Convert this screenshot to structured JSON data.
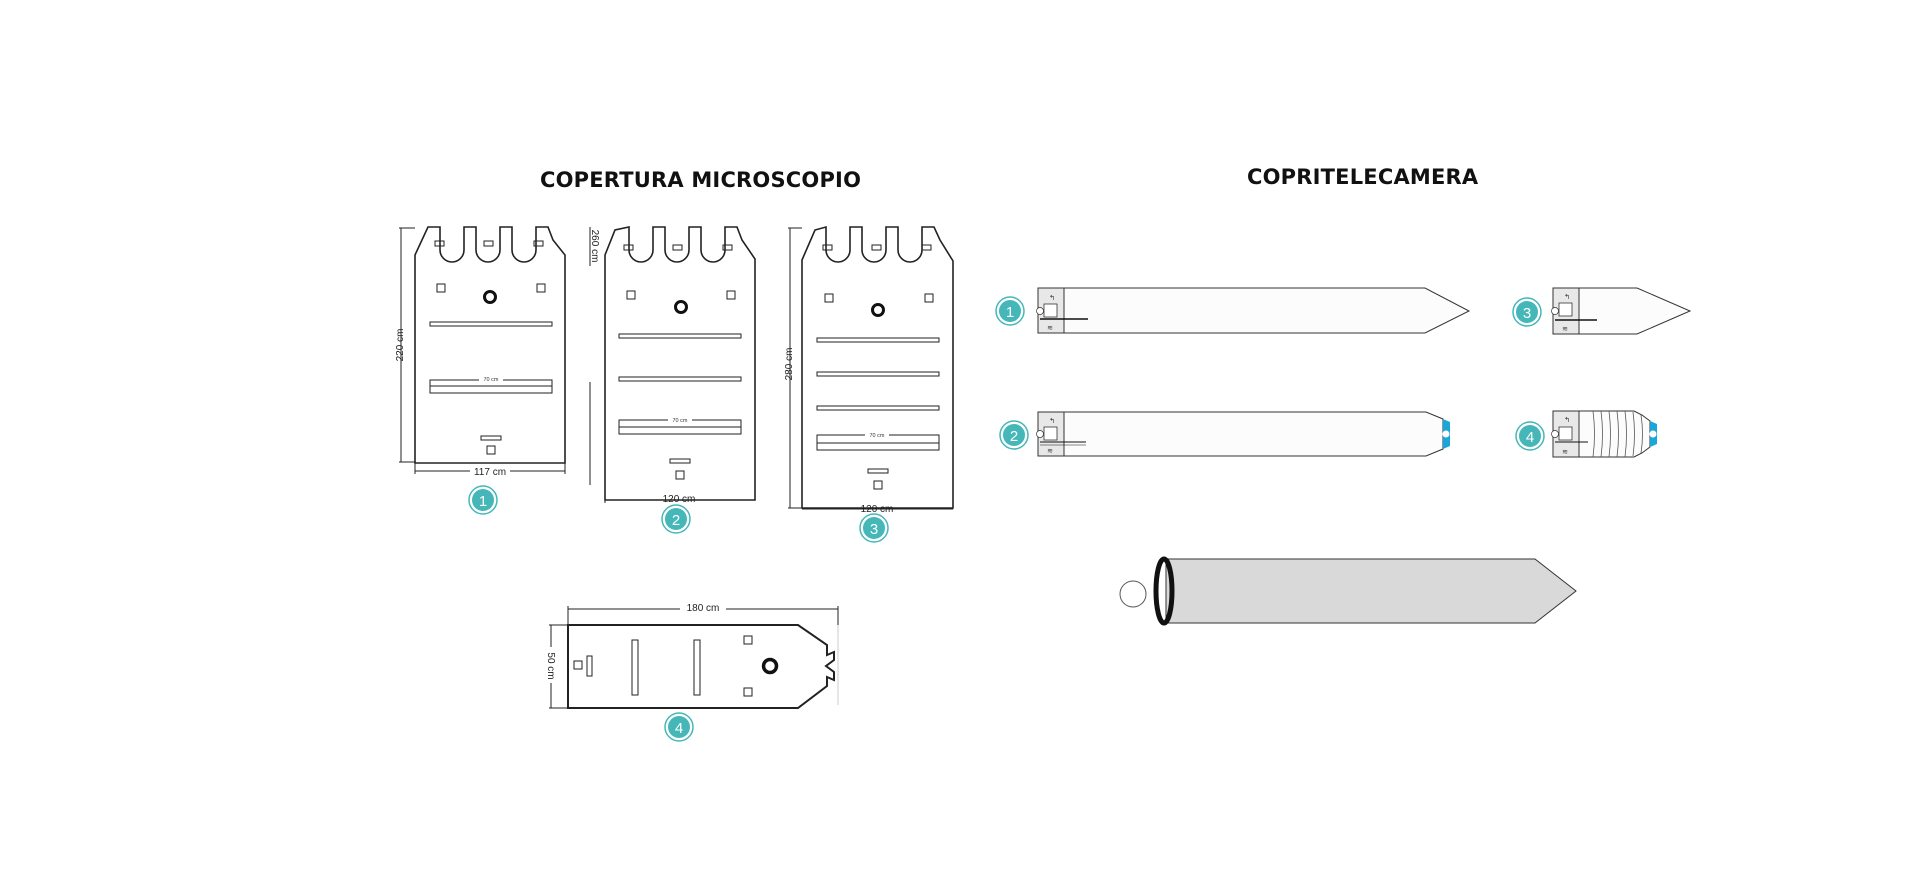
{
  "titles": {
    "microscope": "COPERTURA MICROSCOPIO",
    "camera": "COPRITELECAMERA"
  },
  "colors": {
    "badge": "#45b7b8",
    "accent": "#1aa6d9",
    "outline": "#222222",
    "fill_light": "#f4f4f4",
    "fill_grey": "#d9d9d9"
  },
  "microscope_covers": [
    {
      "badge": "1",
      "height_label": "220 cm",
      "width_label": "117 cm",
      "inner_label": "70 cm"
    },
    {
      "badge": "2",
      "height_label": "260 cm",
      "width_label": "120 cm",
      "inner_label": "70 cm"
    },
    {
      "badge": "3",
      "height_label": "280 cm",
      "width_label": "120 cm",
      "inner_label": "70 cm"
    },
    {
      "badge": "4",
      "height_label": "50 cm",
      "width_label": "180 cm"
    }
  ],
  "camera_covers": [
    {
      "badge": "1",
      "end": "pointed"
    },
    {
      "badge": "2",
      "end": "blue-tip"
    },
    {
      "badge": "3",
      "end": "pointed"
    },
    {
      "badge": "4",
      "end": "blue-tip"
    }
  ]
}
